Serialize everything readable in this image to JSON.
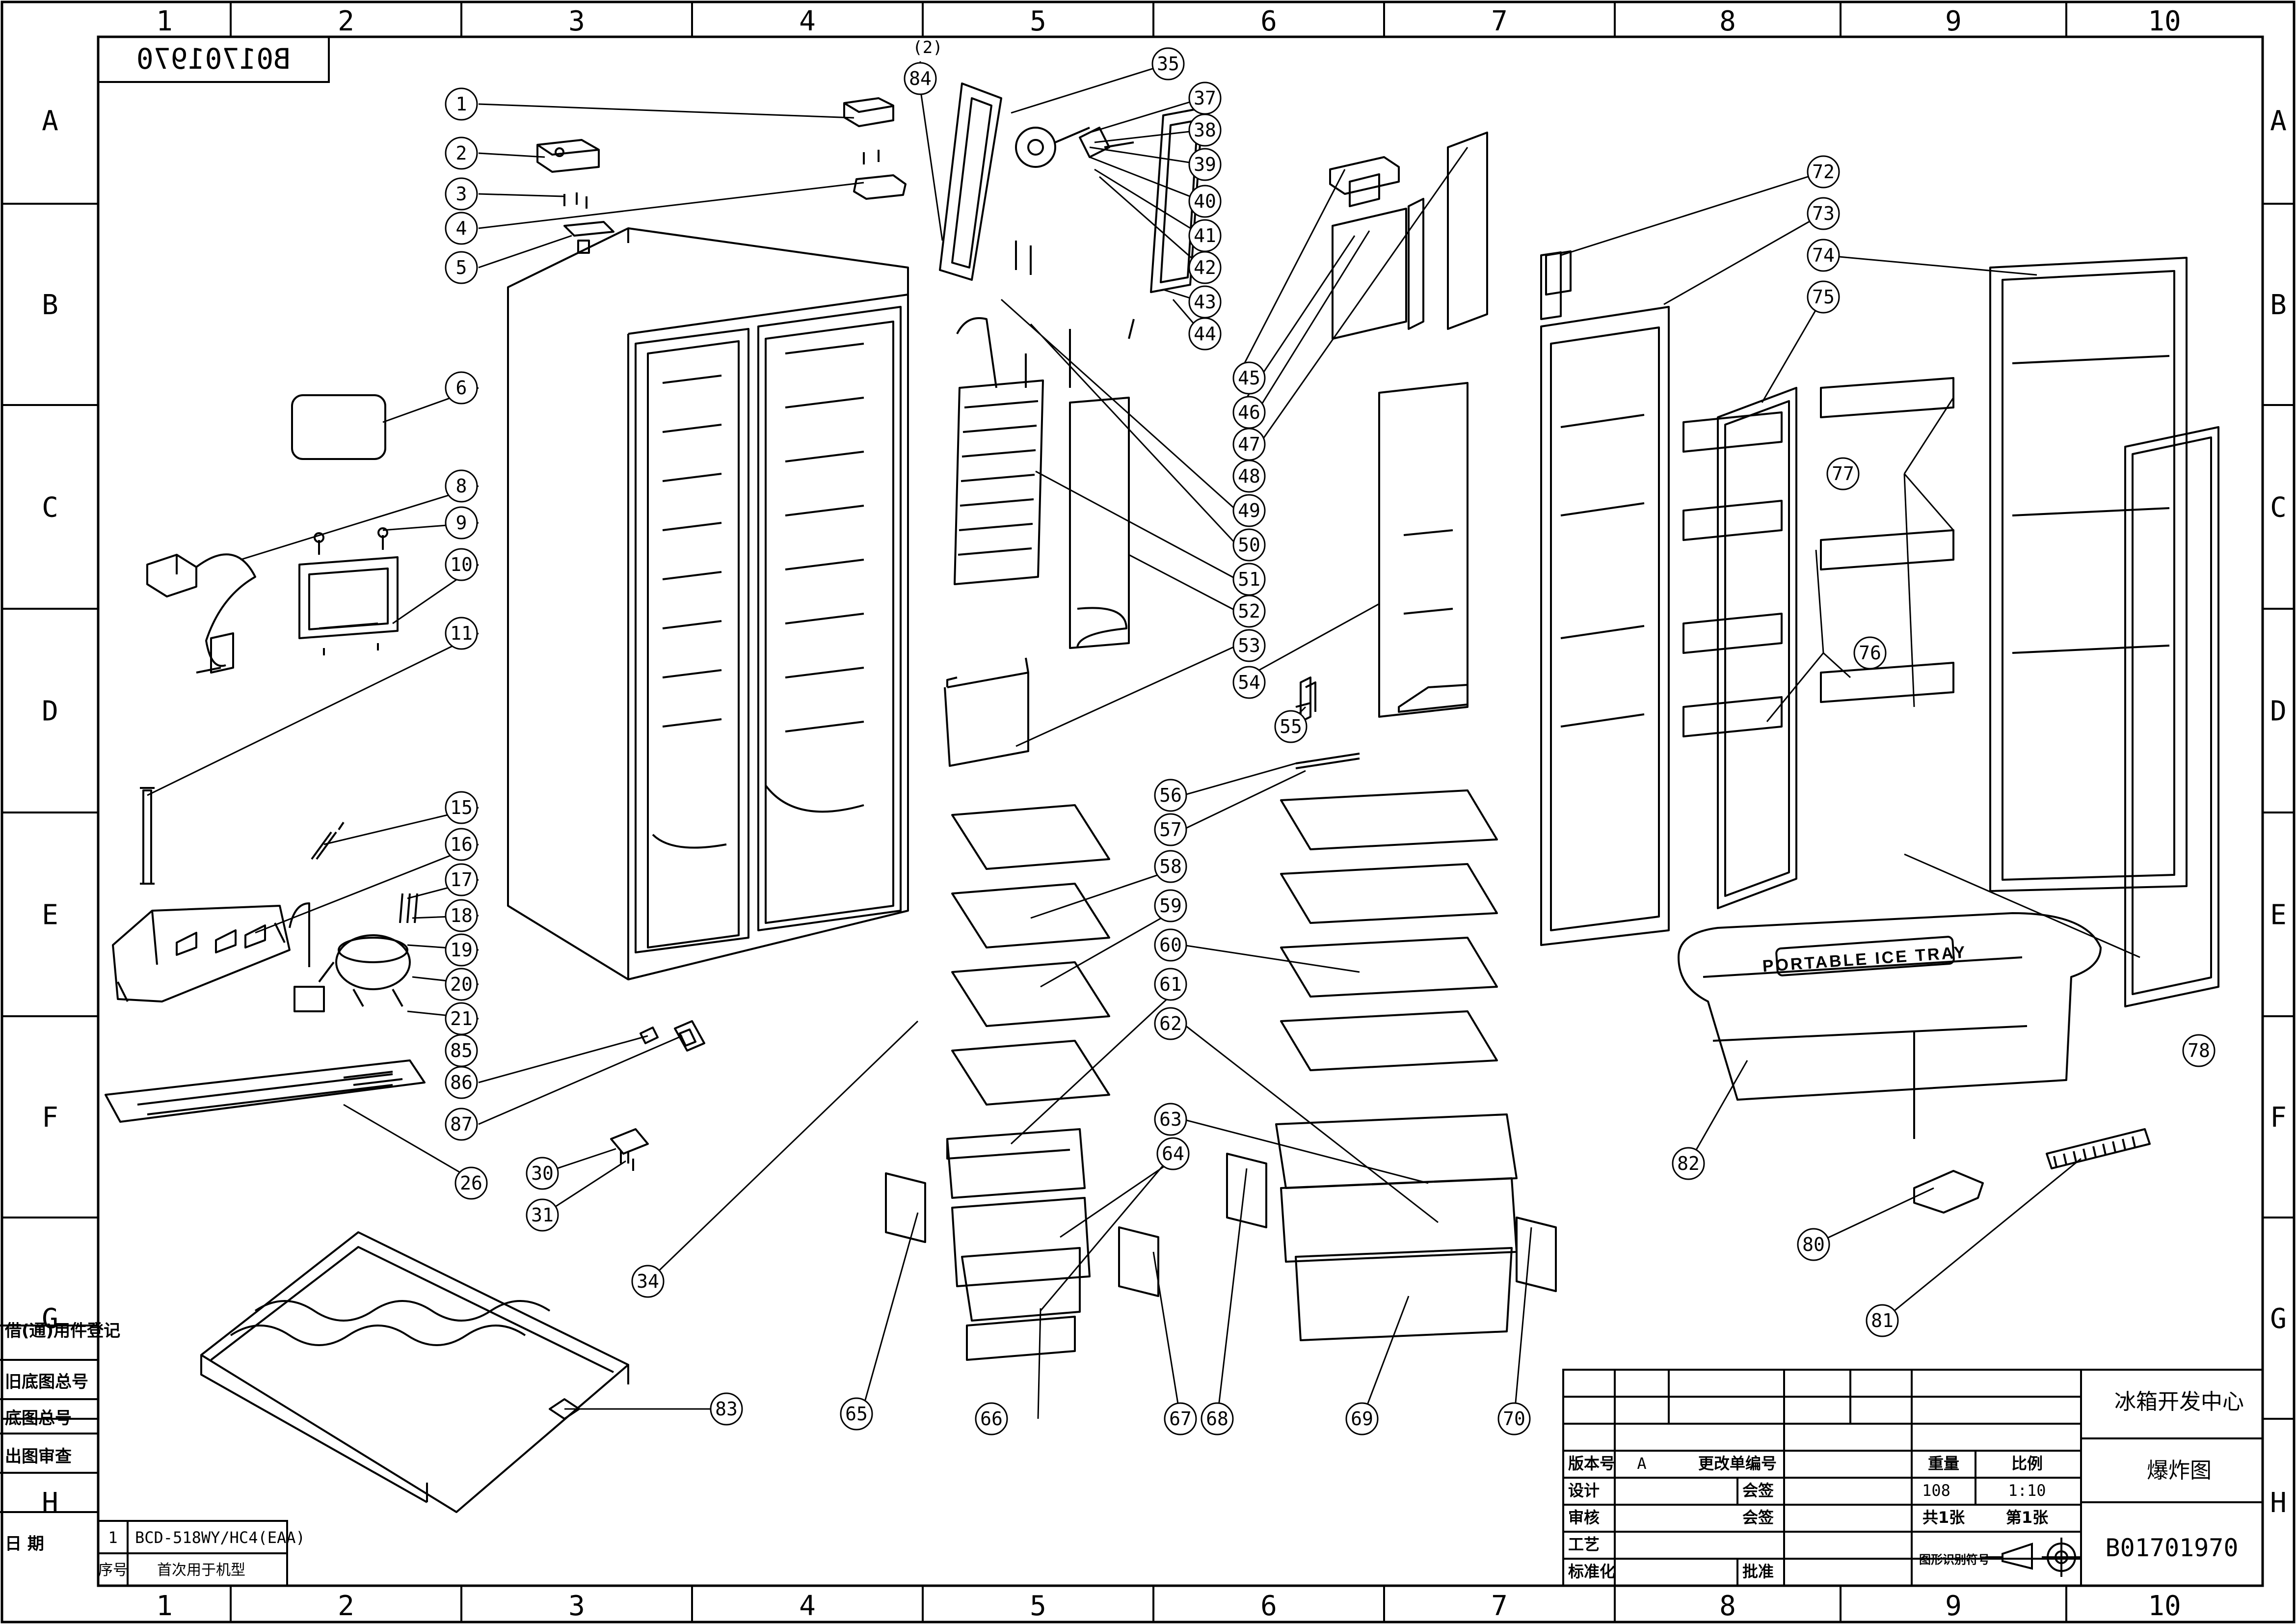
{
  "drawing": {
    "code_top": "B01701970",
    "code_bottom": "B01701970",
    "title_company": "冰箱开发中心",
    "title_name": "爆炸图",
    "sheet_count": "共1张",
    "sheet_no": "第1张",
    "weight_label": "重量",
    "weight_value": "108",
    "scale_label": "比例",
    "scale_value": "1:10",
    "version_label": "版本号",
    "version_value": "A",
    "change_label": "更改单编号",
    "design_label": "设计",
    "review_label": "审核",
    "process_label": "工艺",
    "standard_label": "标准化",
    "sign_label": "会签",
    "approve_label": "批准",
    "symbol_label": "图形识别符号",
    "model_row_no": "1",
    "model_name": "BCD-518WY/HC4(EAA)",
    "seq_label": "序号",
    "first_use_label": "首次用于机型",
    "side_labels": [
      "借(通)用件登记",
      "旧底图总号",
      "底图总号",
      "出图审查",
      "日 期"
    ],
    "ice_tray_text": "PORTABLE ICE TRAY",
    "note_84": "(2)"
  },
  "grid": {
    "columns": [
      "1",
      "2",
      "3",
      "4",
      "5",
      "6",
      "7",
      "8",
      "9",
      "10"
    ],
    "rows": [
      "A",
      "B",
      "C",
      "D",
      "E",
      "F",
      "G",
      "H"
    ]
  },
  "callouts": [
    "1",
    "2",
    "3",
    "4",
    "5",
    "6",
    "8",
    "9",
    "10",
    "11",
    "15",
    "16",
    "17",
    "18",
    "19",
    "20",
    "21",
    "85",
    "86",
    "87",
    "26",
    "30",
    "31",
    "34",
    "35",
    "37",
    "38",
    "39",
    "40",
    "41",
    "42",
    "43",
    "44",
    "45",
    "46",
    "47",
    "48",
    "49",
    "50",
    "51",
    "52",
    "53",
    "54",
    "55",
    "56",
    "57",
    "58",
    "59",
    "60",
    "61",
    "62",
    "63",
    "64",
    "65",
    "66",
    "67",
    "68",
    "69",
    "70",
    "72",
    "73",
    "74",
    "75",
    "76",
    "77",
    "78",
    "80",
    "81",
    "82",
    "83",
    "84"
  ]
}
